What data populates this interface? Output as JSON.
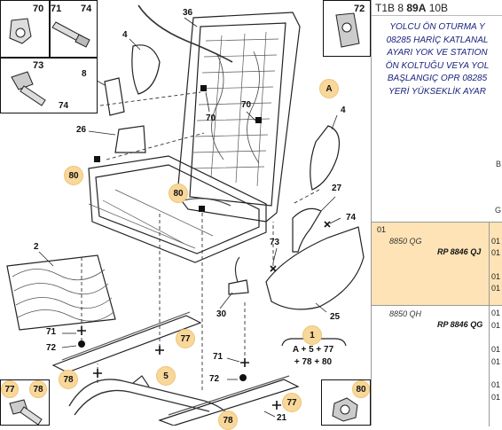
{
  "header": {
    "prefix": "T1B 8 ",
    "bold": "89A",
    "suffix": " 10B"
  },
  "description": [
    "YOLCU ÖN OTURMA Y",
    "08285 HARİÇ KATLANAL",
    "AYARI YOK VE STATION",
    "ÖN KOLTUĞU VEYA YOL",
    "BAŞLANGIÇ OPR 08285",
    "YERİ YÜKSEKLİK AYAR"
  ],
  "side_letters": [
    "B",
    "G"
  ],
  "rows": [
    {
      "qty": "01",
      "code": "8850 QG",
      "ref": "RP 8846 QJ",
      "qtys": [
        "01",
        "01",
        "01",
        "01"
      ]
    },
    {
      "qty": "",
      "code": "8850 QH",
      "ref": "RP 8846 QG",
      "qtys": [
        "01",
        "01",
        "01",
        "01",
        "01",
        "01"
      ]
    }
  ],
  "insets": {
    "top_left": [
      "70",
      "71",
      "74",
      "73"
    ],
    "top_right": "72",
    "bottom_left": [
      "77",
      "78"
    ],
    "bottom_right": "80"
  },
  "callouts": {
    "c36": "36",
    "c4a": "4",
    "c8": "8",
    "c74a": "74",
    "c70a": "70",
    "c70b": "70",
    "c26": "26",
    "c4b": "4",
    "c27": "27",
    "c74b": "74",
    "c73": "73",
    "c2": "2",
    "c71a": "71",
    "c72a": "72",
    "c30": "30",
    "c25": "25",
    "c71b": "71",
    "c72b": "72",
    "c21": "21"
  },
  "bubbles": {
    "A": "A",
    "b80a": "80",
    "b80b": "80",
    "b77a": "77",
    "b1": "1",
    "b78a": "78",
    "b5": "5",
    "b77b": "77",
    "b78b": "78"
  },
  "formula": [
    "A + 5 + 77",
    "+ 78 + 80"
  ]
}
